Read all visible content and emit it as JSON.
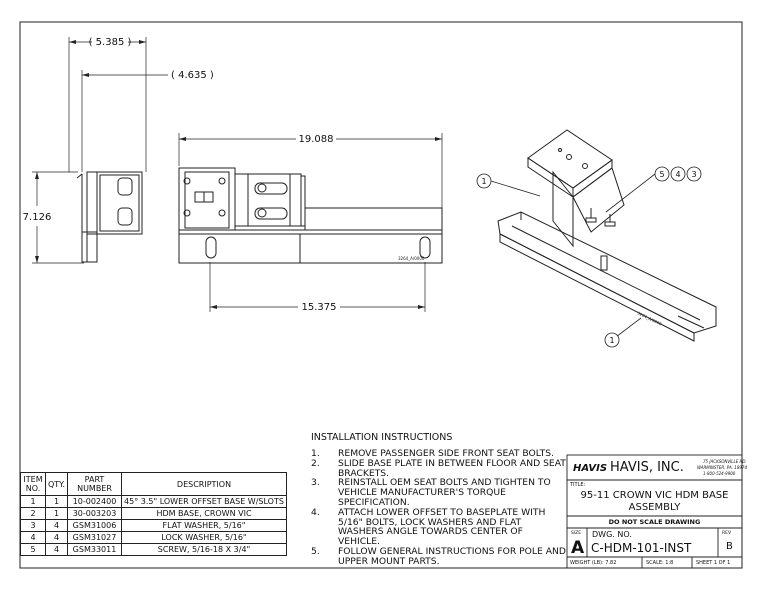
{
  "dimensions": {
    "d1": "5.385",
    "d2": "4.635",
    "d3": "7.126",
    "d4": "19.088",
    "d5": "15.375"
  },
  "balloons": {
    "iso_top_left": "1",
    "iso_bottom": "1",
    "iso_stack": [
      "5",
      "4",
      "3"
    ]
  },
  "instructions": {
    "title": "INSTALLATION INSTRUCTIONS",
    "steps": [
      {
        "num": "1.",
        "text": "REMOVE PASSENGER SIDE FRONT SEAT BOLTS."
      },
      {
        "num": "2.",
        "text": "SLIDE BASE PLATE IN BETWEEN FLOOR AND SEAT BRACKETS."
      },
      {
        "num": "3.",
        "text": "REINSTALL OEM SEAT BOLTS AND TIGHTEN TO VEHICLE MANUFACTURER'S TORQUE SPECIFICATION."
      },
      {
        "num": "4.",
        "text": "ATTACH LOWER OFFSET TO BASEPLATE WITH 5/16\" BOLTS, LOCK WASHERS AND FLAT WASHERS ANGLE TOWARDS CENTER OF VEHICLE."
      },
      {
        "num": "5.",
        "text": "FOLLOW GENERAL INSTRUCTIONS FOR POLE AND UPPER MOUNT PARTS."
      }
    ]
  },
  "bom": {
    "headers": [
      "ITEM NO.",
      "QTY.",
      "PART NUMBER",
      "DESCRIPTION"
    ],
    "rows": [
      [
        "1",
        "1",
        "10-002400",
        "45° 3.5\" LOWER OFFSET BASE W/SLOTS"
      ],
      [
        "2",
        "1",
        "30-003203",
        "HDM BASE, CROWN VIC"
      ],
      [
        "3",
        "4",
        "GSM31006",
        "FLAT WASHER, 5/16\""
      ],
      [
        "4",
        "4",
        "GSM31027",
        "LOCK WASHER, 5/16\""
      ],
      [
        "5",
        "4",
        "GSM33011",
        "SCREW, 5/16-18 X 3/4\""
      ]
    ]
  },
  "title_block": {
    "logo": "HAVIS",
    "company": "HAVIS, INC.",
    "address": [
      "75 JACKSONVILLE RD.",
      "WARMINSTER, PA. 18974",
      "1-800-524-9900"
    ],
    "title_label": "TITLE:",
    "title_line1": "95-11 CROWN VIC HDM BASE",
    "title_line2": "ASSEMBLY",
    "note": "DO NOT SCALE DRAWING",
    "size_label": "SIZE",
    "size": "A",
    "dwg_label": "DWG.  NO.",
    "dwg_no": "C-HDM-101-INST",
    "rev_label": "REV",
    "rev": "B",
    "weight": "WEIGHT (LB):  7.82",
    "scale": "SCALE: 1:8",
    "sheet": "SHEET 1 OF 1"
  },
  "part_labels": {
    "plate_mark": "3264_A/0000",
    "iso_mark": "3264_A/0000"
  }
}
